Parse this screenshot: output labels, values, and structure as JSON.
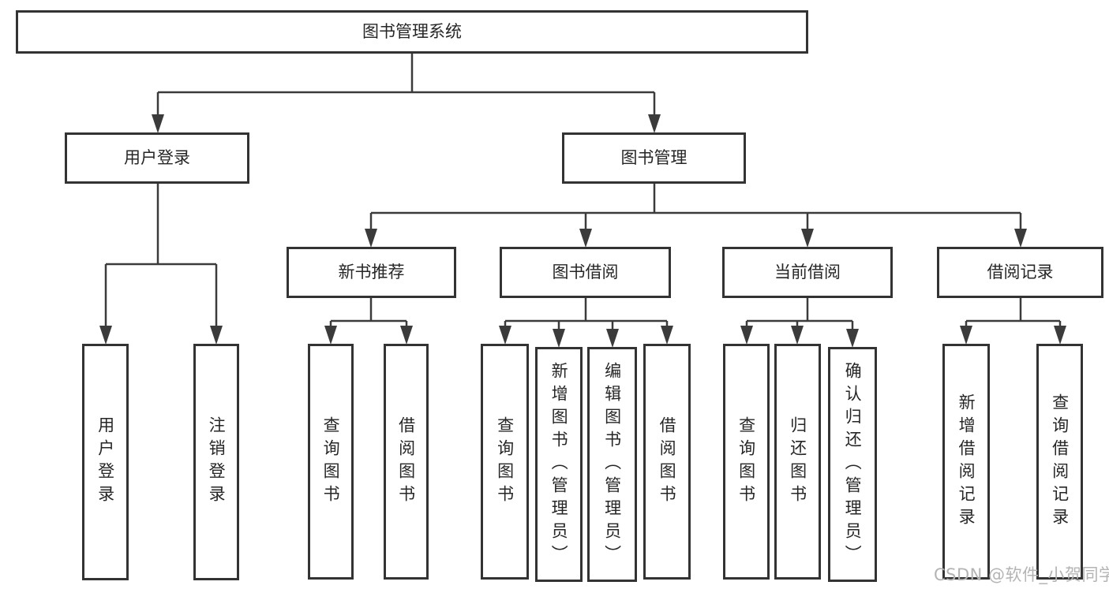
{
  "tree": {
    "root": {
      "label": "图书管理系统"
    },
    "branches": [
      {
        "label": "用户登录",
        "children": [
          {
            "label": "用户登录"
          },
          {
            "label": "注销登录"
          }
        ]
      },
      {
        "label": "图书管理",
        "sections": [
          {
            "label": "新书推荐",
            "children": [
              {
                "label": "查询图书"
              },
              {
                "label": "借阅图书"
              }
            ]
          },
          {
            "label": "图书借阅",
            "children": [
              {
                "label": "查询图书"
              },
              {
                "label": "新增图书（管理员）"
              },
              {
                "label": "编辑图书（管理员）"
              },
              {
                "label": "借阅图书"
              }
            ]
          },
          {
            "label": "当前借阅",
            "children": [
              {
                "label": "查询图书"
              },
              {
                "label": "归还图书"
              },
              {
                "label": "确认归还（管理员）"
              }
            ]
          },
          {
            "label": "借阅记录",
            "children": [
              {
                "label": "新增借阅记录"
              },
              {
                "label": "查询借阅记录"
              }
            ]
          }
        ]
      }
    ]
  },
  "watermark": {
    "text": "CSDN @软件_小贺同学"
  },
  "colors": {
    "background": "#ffffff",
    "line": "#3b3b3b",
    "box_border": "#333333",
    "text": "#262626",
    "watermark": "#b4b4b4"
  }
}
